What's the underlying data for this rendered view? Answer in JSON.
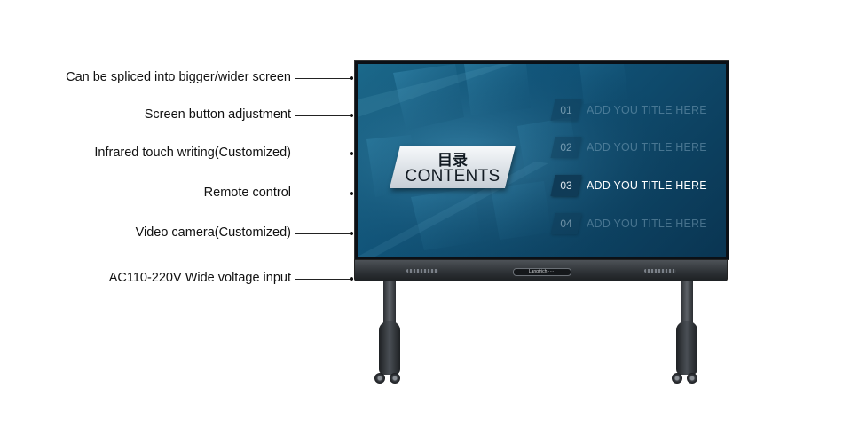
{
  "annotations": [
    {
      "label": "Can be spliced into bigger/wider screen"
    },
    {
      "label": "Screen button adjustment"
    },
    {
      "label": "Infrared touch writing(Customized)"
    },
    {
      "label": "Remote control"
    },
    {
      "label": "Video camera(Customized)"
    },
    {
      "label": "AC110-220V Wide voltage input"
    }
  ],
  "screen": {
    "contents_cn": "目录",
    "contents_en": "CONTENTS",
    "menu": [
      {
        "num": "01",
        "title": "ADD YOU TITLE HERE",
        "active": false
      },
      {
        "num": "02",
        "title": "ADD YOU TITLE HERE",
        "active": false
      },
      {
        "num": "03",
        "title": "ADD YOU TITLE HERE",
        "active": true
      },
      {
        "num": "04",
        "title": "ADD YOU TITLE HERE",
        "active": false
      }
    ]
  },
  "bezel": {
    "brand": "Langtrich ·····"
  },
  "colors": {
    "screen_blue": "#11557a",
    "menu_active_text": "#ffffff",
    "menu_dim_text": "#8fb3c9",
    "frame": "#2d3135"
  }
}
